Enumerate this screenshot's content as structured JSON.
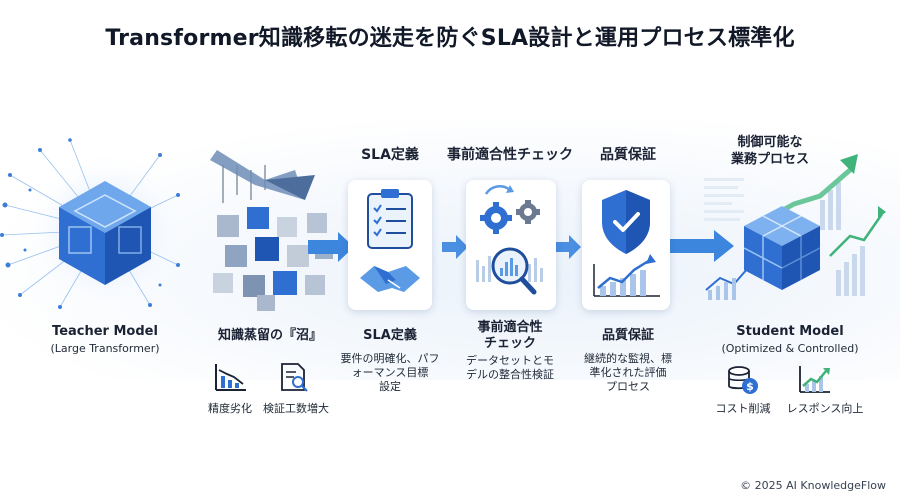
{
  "title": "Transformer知識移転の迷走を防ぐSLA設計と運用プロセス標準化",
  "teacher": {
    "name": "Teacher Model",
    "sub": "(Large Transformer)"
  },
  "swamp": {
    "label": "知識蒸留の『沼』",
    "issues": [
      {
        "label": "精度劣化",
        "icon": "chart-decline-icon"
      },
      {
        "label": "検証工数増大",
        "icon": "document-search-icon"
      }
    ]
  },
  "steps": [
    {
      "top": "SLA定義",
      "name": "SLA定義",
      "desc": [
        "要件の明確化、パフ",
        "ォーマンス目標",
        "設定"
      ],
      "icon": "clipboard-checklist-handshake-icon"
    },
    {
      "top": "事前適合性チェック",
      "name": [
        "事前適合性",
        "チェック"
      ],
      "desc": [
        "データセットとモ",
        "デルの整合性検証"
      ],
      "icon": "gears-magnifier-icon"
    },
    {
      "top": "品質保証",
      "name": "品質保証",
      "desc": [
        "継続的な監視、標",
        "準化された評価",
        "プロセス"
      ],
      "icon": "shield-check-chart-icon"
    }
  ],
  "goal": {
    "label": [
      "制御可能な",
      "業務プロセス"
    ]
  },
  "student": {
    "name": "Student Model",
    "sub": "(Optimized & Controlled)",
    "benefits": [
      {
        "label": "コスト削減",
        "icon": "coins-dollar-icon"
      },
      {
        "label": "レスポンス向上",
        "icon": "chart-up-icon"
      }
    ]
  },
  "copyright": "© 2025 AI KnowledgeFlow",
  "colors": {
    "primary": "#2f6fd1",
    "light": "#7fb0ea",
    "green": "#3fb37a",
    "dark": "#1a2233"
  }
}
